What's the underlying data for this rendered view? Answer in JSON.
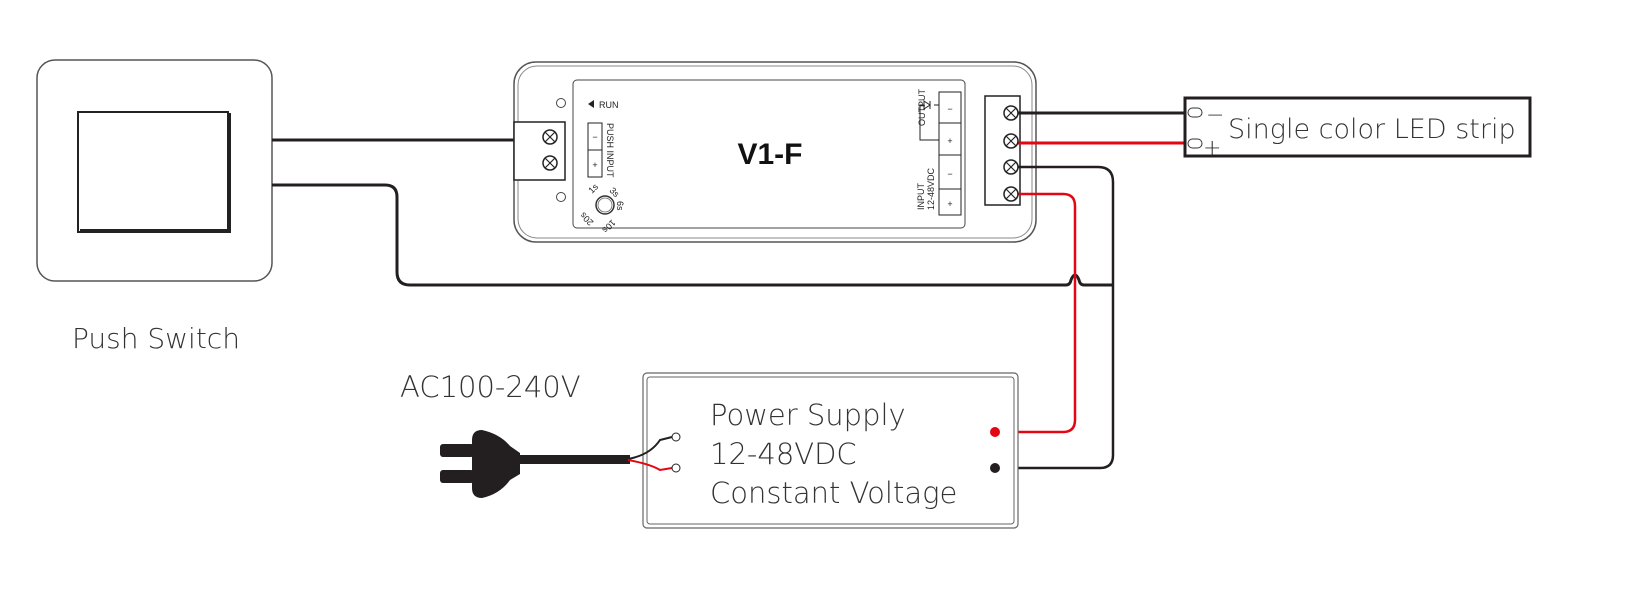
{
  "push_switch": {
    "label": "Push Switch"
  },
  "controller": {
    "model": "V1-F",
    "run_label": "RUN",
    "push_input_label": "PUSH INPUT",
    "push_minus": "−",
    "push_plus": "+",
    "dial_labels": [
      "1s",
      "3s",
      "6s",
      "10s",
      "20s"
    ],
    "output_label": "OUTPUT",
    "input_label": "INPUT",
    "input_voltage": "12-48VDC",
    "out_minus": "−",
    "out_plus": "+",
    "in_minus": "−",
    "in_plus": "+"
  },
  "led_strip": {
    "label": "Single color LED strip",
    "minus": "−",
    "plus": "+"
  },
  "mains": {
    "label": "AC100-240V"
  },
  "power_supply": {
    "line1": "Power Supply",
    "line2": "12-48VDC",
    "line3": "Constant Voltage"
  },
  "colors": {
    "positive_wire": "#e30613",
    "negative_wire": "#231f20"
  }
}
